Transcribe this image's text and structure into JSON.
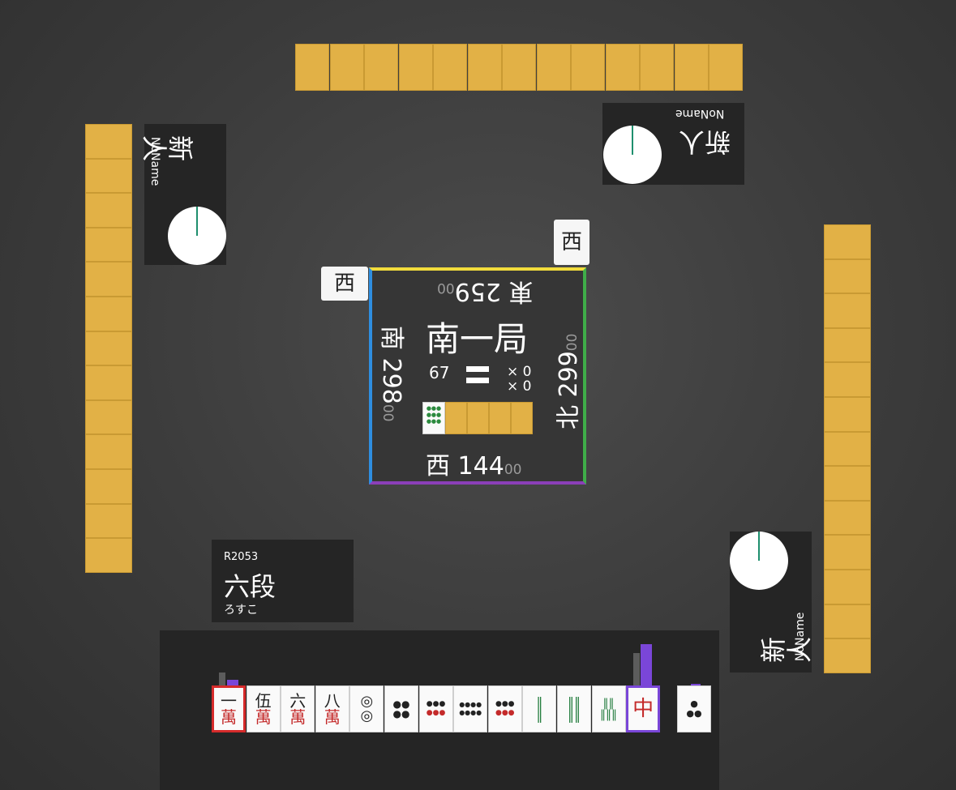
{
  "opponents": {
    "left": {
      "rank": "新人",
      "name": "NoName"
    },
    "top": {
      "rank": "新人",
      "name": "NoName"
    },
    "right": {
      "rank": "新人",
      "name": "NoName"
    }
  },
  "player": {
    "rating": "R2053",
    "rank": "六段",
    "name": "ろすこ"
  },
  "center": {
    "round": "南一局",
    "remaining": "67",
    "honba_count": "× 0",
    "riichi_count": "× 0",
    "scores": {
      "east": {
        "wind": "東",
        "main": "259",
        "sub": "00"
      },
      "south": {
        "wind": "南",
        "main": "298",
        "sub": "00"
      },
      "west": {
        "wind": "西",
        "main": "144",
        "sub": "00"
      },
      "north": {
        "wind": "北",
        "main": "299",
        "sub": "00"
      }
    }
  },
  "wind_markers": {
    "left": "西",
    "top": "西"
  },
  "hand": [
    {
      "top": "一",
      "bottom": "萬",
      "icon": "1-man-tile"
    },
    {
      "top": "伍",
      "bottom": "萬",
      "icon": "5-man-tile"
    },
    {
      "top": "六",
      "bottom": "萬",
      "icon": "6-man-tile"
    },
    {
      "top": "八",
      "bottom": "萬",
      "icon": "8-man-tile"
    },
    {
      "top": "◎",
      "bottom": "◎",
      "icon": "2-pin-tile"
    },
    {
      "top": "●●",
      "bottom": "●●",
      "icon": "4-pin-tile"
    },
    {
      "top": "●●●",
      "bottom": "●●●",
      "icon": "6-pin-tile"
    },
    {
      "top": "●●●●",
      "bottom": "●●●●",
      "icon": "8-pin-tile"
    },
    {
      "top": "●●●",
      "bottom": "●●●",
      "icon": "9-pin-tile"
    },
    {
      "top": "‖",
      "bottom": "‖",
      "icon": "2-sou-tile"
    },
    {
      "top": "‖‖",
      "bottom": "‖‖",
      "icon": "4-sou-tile"
    },
    {
      "top": "‖‖",
      "bottom": "‖‖‖",
      "icon": "5-sou-tile"
    },
    {
      "top": "中",
      "bottom": "",
      "icon": "red-dragon-tile"
    }
  ],
  "drawn_tile": {
    "top": "●",
    "bottom": "●●",
    "icon": "3-pin-tile"
  },
  "colors": {
    "east": "#f2dc3c",
    "south": "#2e8ee0",
    "west": "#8b3fb8",
    "north": "#3fae49",
    "tile_back": "#e2b146"
  }
}
